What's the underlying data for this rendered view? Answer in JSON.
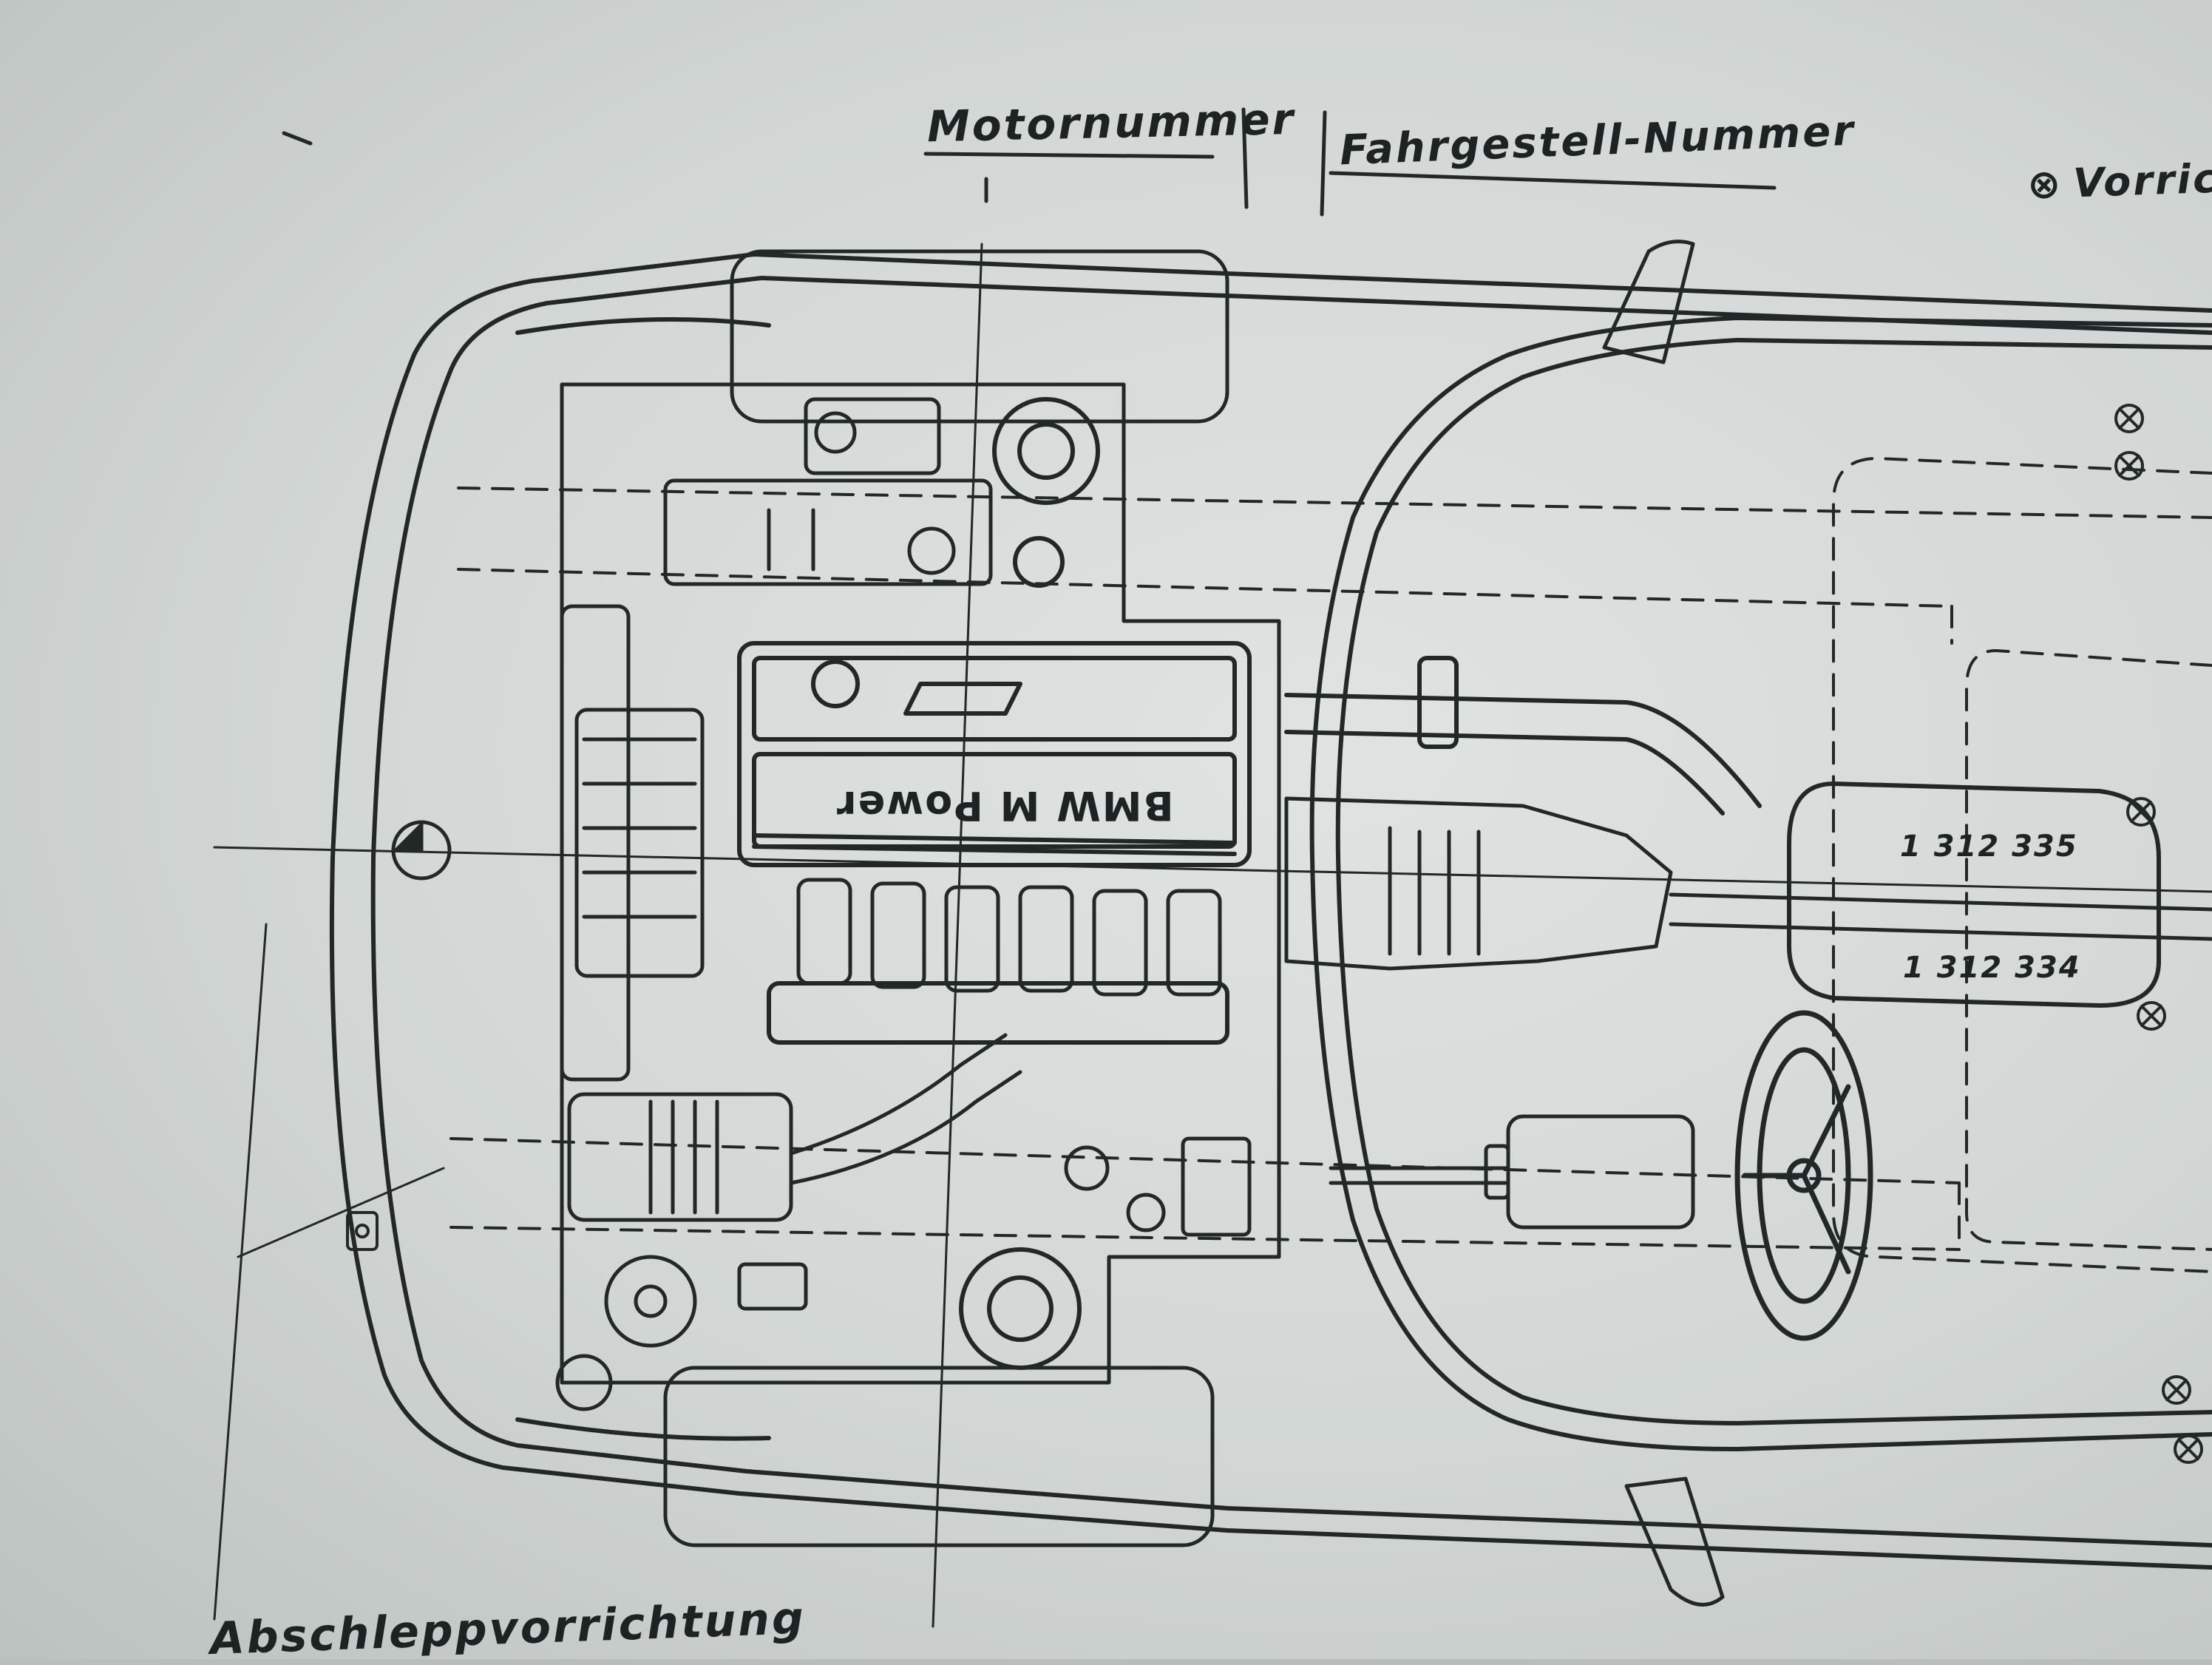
{
  "labels": {
    "engine_number": "Motornummer",
    "chassis_number": "Fahrgestell-Nummer",
    "device_legend": "Vorric",
    "device_symbol": "⊗",
    "towing_device": "Abschleppvorrichtung"
  },
  "engine_cover_text": "BMW M Power",
  "part_numbers": [
    "1 312 335",
    "1 312 334"
  ],
  "colors": {
    "ink": "#1d2322",
    "paper": "#d6dad8"
  }
}
